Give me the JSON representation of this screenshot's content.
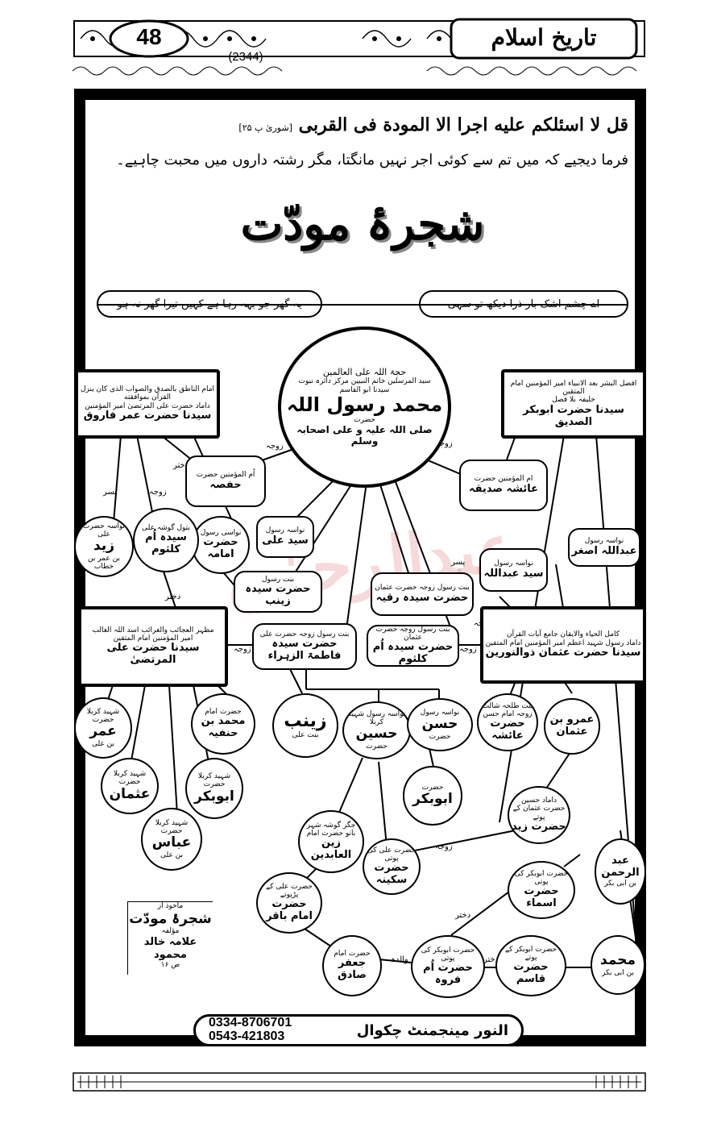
{
  "header": {
    "page_number": "48",
    "book_title": "تاریخ اسلام",
    "serial": "(2344)"
  },
  "verse": {
    "arabic": "قل لا اسئلکم علیه اجرا الا المودة فی القربی",
    "ref": "[شوریٰ پ ۲۵]",
    "urdu": "فرما دیجیے کہ میں تم سے کوئی اجر نہیں مانگتا، مگر رشتہ داروں میں محبت چاہیے۔"
  },
  "title": "شجرۂ مودّت",
  "ribbons": {
    "right": "اے چشم اشک بار ذرا دیکھ تو سہی",
    "left": "یہ گھر جو بہہ رہا ہے کہیں تیرا گھر نہ ہو"
  },
  "center": {
    "top": "حجۃ اللہ علی العالمین",
    "line2": "سید المرسلین خاتم النبیین مرکز دائرہ نبوت",
    "line3": "سیدنا ابو القاسم",
    "name": "محمد رسول اللہ",
    "prefix": "حضرت",
    "bottom": "صلی اللہ علیہ و علی اصحابہ وسلم"
  },
  "abubakr": {
    "titles": "افضل البشر بعد الانبیاء امیر المؤمنین امام المتقین",
    "khalifa": "خلیفہ بلا فصل",
    "name": "سیدنا حضرت ابوبکر الصدیق"
  },
  "umar": {
    "titles": "امام الناطق بالصدق والصواب الذی کان ینزل القرآن بموافقته",
    "sub": "داماد حضرت علی المرتضیٰ امیر المؤمنین",
    "name": "سیدنا حضرت عمر فاروق"
  },
  "uthman": {
    "titles": "کامل الحیاء والایقان جامع آیات القرآن",
    "sub": "داماد رسول شہید اعظم امیر المؤمنین امام المتقین",
    "name": "سیدنا حضرت عثمان ذوالنورین"
  },
  "ali": {
    "titles": "مظہر العجائب والغرائب اسد اللہ الغالب",
    "sub": "امیر المؤمنین امام المتقین",
    "name": "سیدنا حضرت علی المرتضیٰ"
  },
  "nodes": {
    "aisha": {
      "sub": "ام المؤمنین حضرت",
      "name": "عائشہ صدیقہ"
    },
    "hafsa": {
      "sub": "اُم المؤمنین حضرت",
      "name": "حفصہ"
    },
    "abdullah": {
      "sub": "نواسہ رسول",
      "name": "سید عبداللہ"
    },
    "asghar": {
      "sub": "نواسہ رسول",
      "name": "عبداللہ اصغر"
    },
    "ruqayya": {
      "sub": "بنت رسول زوجہ حضرت عثمان",
      "name": "حضرت سیدہ رقیہ"
    },
    "umm_kulthum_b": {
      "sub": "بنت رسول زوجہ حضرت عثمان",
      "name": "حضرت سیدہ اُم کلثوم"
    },
    "zainab_b": {
      "sub": "بنت رسول",
      "name": "حضرت سیدہ زینب"
    },
    "fatima": {
      "sub": "بنت رسول زوجہ حضرت علی",
      "name": "حضرت سیدہ فاطمۃ الزہراء"
    },
    "sayyid_ali": {
      "sub": "نواسہ رسول",
      "name": "سید علی"
    },
    "umama": {
      "sub": "نواسی رسول",
      "name": "حضرت امامہ"
    },
    "umm_kulthum": {
      "sub": "بتول گوشہ علی",
      "name": "سیدہ اُم کلثوم"
    },
    "zaid": {
      "sub": "نواسہ حضرت علی",
      "name": "زید",
      "foot": "بن عمر بن خطاب"
    },
    "umar_ali": {
      "sub": "شہید کربلا حضرت",
      "name": "عمر",
      "foot": "بن علی"
    },
    "muhammad_hanafiya": {
      "sub": "حضرت امام",
      "name": "محمد بن حنفیہ"
    },
    "zainab": {
      "name": "زینب",
      "foot": "بنت علی"
    },
    "husain": {
      "sub": "نواسہ رسول شہید کربلا",
      "name": "حسین",
      "foot": "حضرت"
    },
    "hasan": {
      "sub": "نواسہ رسول",
      "name": "حسن",
      "foot": "حضرت"
    },
    "aisha_talha": {
      "sub": "بنت طلحہ شالث زوجہ امام حسن",
      "name": "حضرت عائشہ"
    },
    "amr_uthman": {
      "name": "عمرو بن عثمان"
    },
    "uthman_ali": {
      "sub": "شہید کربلا حضرت",
      "name": "عثمان"
    },
    "abubakr_ali": {
      "sub": "شہید کربلا حضرت",
      "name": "ابوبکر"
    },
    "abbas": {
      "sub": "شہید کربلا حضرت",
      "name": "عباس",
      "foot": "بن علی"
    },
    "abubakr_hasan": {
      "sub": "حضرت",
      "name": "ابوبکر"
    },
    "zaid_uthman": {
      "sub": "داماد حسین حضرت عثمان کے پوتے",
      "name": "حضرت زید"
    },
    "zainul": {
      "sub": "جگر گوشہ شہر بانو حضرت امام",
      "name": "زین العابدین"
    },
    "sakina": {
      "sub": "حضرت علی کی پوتی",
      "name": "حضرت سکینہ"
    },
    "abdurrahman": {
      "name": "عبد الرحمن",
      "foot": "بن ابی بکر"
    },
    "asma": {
      "sub": "حضرت ابوبکر کی پوتی",
      "name": "حضرت اسماء"
    },
    "baqir": {
      "sub": "حضرت علی کے پڑپوتے",
      "name": "حضرت امام باقر"
    },
    "jafar": {
      "sub": "حضرت امام",
      "name": "جعفر صادق"
    },
    "umm_farwa": {
      "sub": "حضرت ابوبکر کی پوتی",
      "name": "حضرت اُم فروہ"
    },
    "qasim": {
      "sub": "حضرت ابوبکر کے پوتے",
      "name": "حضرت قاسم"
    },
    "muhammad_ab": {
      "name": "محمد",
      "foot": "بن ابی بکر"
    }
  },
  "relations": {
    "zawja": "زوجہ",
    "dukhtar": "دختر",
    "pisar": "پسر",
    "walida": "والدہ"
  },
  "source": {
    "l1": "ماخوذ از",
    "l2": "شجرۂ مودّت",
    "l3": "مؤلفہ",
    "l4": "علامہ خالد محمود",
    "l5": "ص ۱۶"
  },
  "footer": {
    "org": "النور مینجمنٹ چکوال",
    "phone1": "0334-8706701",
    "phone2": "0543-421803"
  },
  "watermark": "عبدالرحمٰن"
}
